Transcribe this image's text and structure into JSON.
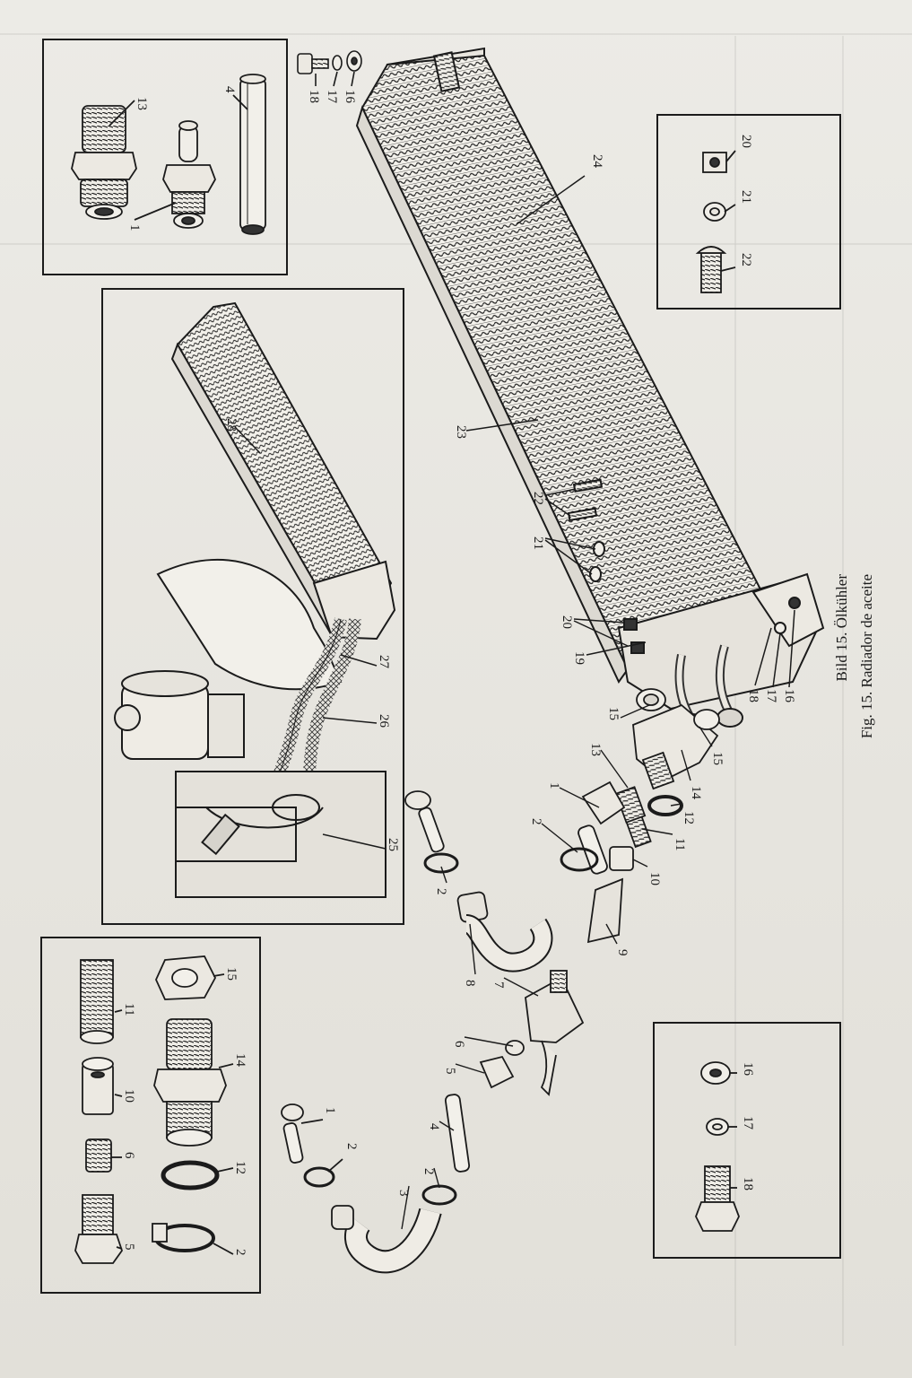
{
  "caption": {
    "german": "Bild 15. Ölkühler",
    "spanish": "Fig. 15. Radiador de aceite"
  },
  "callouts": {
    "top_left_inset": [
      "13",
      "1",
      "4"
    ],
    "top_screw_group": [
      "18",
      "17",
      "16"
    ],
    "main_radiator": [
      "24",
      "23",
      "22",
      "21",
      "20",
      "19",
      "18",
      "17",
      "16",
      "15"
    ],
    "right_inset": [
      "20",
      "21",
      "22"
    ],
    "installation_view": [
      "28",
      "27",
      "26",
      "25"
    ],
    "center_parts": [
      "14",
      "15",
      "13",
      "12",
      "11",
      "10",
      "9",
      "8",
      "7",
      "6",
      "5",
      "4",
      "3",
      "2",
      "1"
    ],
    "bottom_left_inset": [
      "11",
      "15",
      "10",
      "14",
      "6",
      "12",
      "5",
      "2",
      "1",
      "2"
    ],
    "bottom_right_inset": [
      "16",
      "17",
      "18"
    ]
  },
  "colors": {
    "ink": "#1b1b1b",
    "paper": "#ebe9e3"
  }
}
